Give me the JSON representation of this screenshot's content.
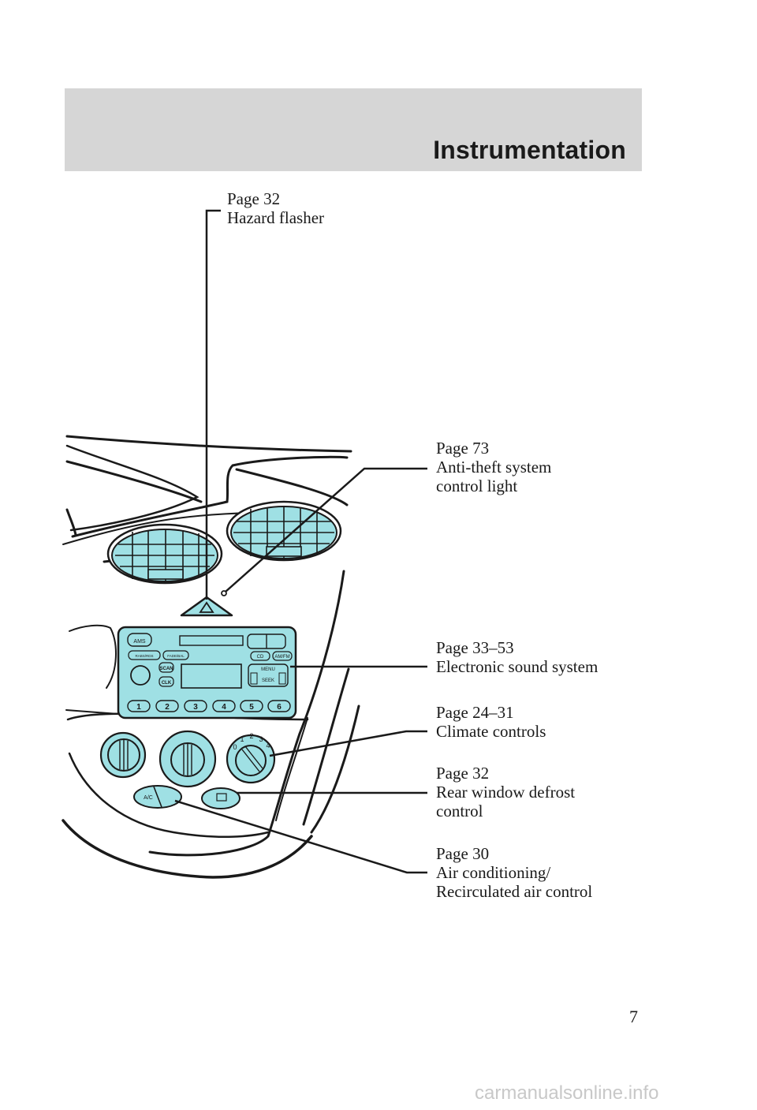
{
  "header": {
    "title": "Instrumentation"
  },
  "callouts": {
    "hazard": {
      "page": "Page 32",
      "lines": [
        "Hazard flasher"
      ]
    },
    "antitheft": {
      "page": "Page 73",
      "lines": [
        "Anti-theft system",
        "control light"
      ]
    },
    "sound": {
      "page": "Page 33–53",
      "lines": [
        "Electronic sound system"
      ]
    },
    "climate": {
      "page": "Page 24–31",
      "lines": [
        "Climate controls"
      ]
    },
    "defrost": {
      "page": "Page 32",
      "lines": [
        "Rear window defrost",
        "control"
      ]
    },
    "ac": {
      "page": "Page 30",
      "lines": [
        "Air conditioning/",
        "Recirculated air control"
      ]
    }
  },
  "radio": {
    "ams": "AMS",
    "rds": "RABS/RDS",
    "fade": "FADE/BAL",
    "scan": "SCAN",
    "clk": "CLK",
    "cd": "CD",
    "amfm": "AM/FM",
    "menu": "MENU",
    "seek": "SEEK",
    "presets": [
      "1",
      "2",
      "3",
      "4",
      "5",
      "6"
    ]
  },
  "climate_panel": {
    "fan_scale": [
      "0",
      "1",
      "2",
      "3",
      "4"
    ],
    "ac_label": "A/C"
  },
  "colors": {
    "panel_fill": "#9fe0e4",
    "line": "#1a1a1a",
    "band": "#d6d6d6"
  },
  "page_number": "7",
  "watermark": "carmanualsonline.info"
}
